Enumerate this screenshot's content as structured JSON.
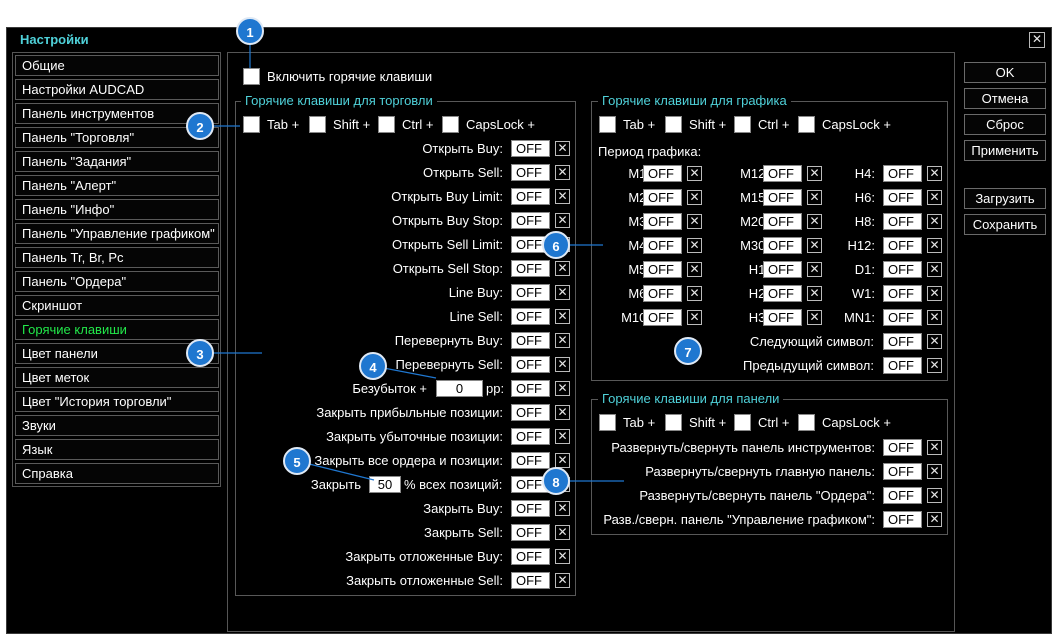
{
  "window": {
    "title": "Настройки",
    "close": "✕"
  },
  "sidebar": {
    "items": [
      {
        "label": "Общие"
      },
      {
        "label": "Настройки AUDCAD"
      },
      {
        "label": "Панель инструментов"
      },
      {
        "label": "Панель \"Торговля\""
      },
      {
        "label": "Панель \"Задания\""
      },
      {
        "label": "Панель \"Алерт\""
      },
      {
        "label": "Панель \"Инфо\""
      },
      {
        "label": "Панель \"Управление графиком\""
      },
      {
        "label": "Панель Tr, Br, Pc"
      },
      {
        "label": "Панель \"Ордера\""
      },
      {
        "label": "Скриншот"
      },
      {
        "label": "Горячие клавиши",
        "active": true
      },
      {
        "label": "Цвет панели"
      },
      {
        "label": "Цвет меток"
      },
      {
        "label": "Цвет \"История торговли\""
      },
      {
        "label": "Звуки"
      },
      {
        "label": "Язык"
      },
      {
        "label": "Справка"
      }
    ]
  },
  "enable_hotkeys": {
    "label": "Включить горячие клавиши",
    "checked": false
  },
  "modifiers": {
    "tab": "Tab +",
    "shift": "Shift +",
    "ctrl": "Ctrl +",
    "caps": "CapsLock +"
  },
  "off": "OFF",
  "x": "✕",
  "trading": {
    "title": "Горячие клавиши для торговли",
    "rows": [
      {
        "label": "Открыть Buy:",
        "value": "OFF"
      },
      {
        "label": "Открыть Sell:",
        "value": "OFF"
      },
      {
        "label": "Открыть Buy Limit:",
        "value": "OFF"
      },
      {
        "label": "Открыть Buy Stop:",
        "value": "OFF"
      },
      {
        "label": "Открыть Sell Limit:",
        "value": "OFF"
      },
      {
        "label": "Открыть Sell Stop:",
        "value": "OFF"
      },
      {
        "label": "Line Buy:",
        "value": "OFF"
      },
      {
        "label": "Line Sell:",
        "value": "OFF"
      },
      {
        "label": "Перевернуть Buy:",
        "value": "OFF"
      },
      {
        "label": "Перевернуть Sell:",
        "value": "OFF"
      },
      {
        "label": "Безубыток +",
        "value": "OFF",
        "input": "0",
        "suffix": "pp:"
      },
      {
        "label": "Закрыть прибыльные позиции:",
        "value": "OFF"
      },
      {
        "label": "Закрыть убыточные позиции:",
        "value": "OFF"
      },
      {
        "label": "Закрыть все ордера и позиции:",
        "value": "OFF"
      },
      {
        "label": "Закрыть",
        "value": "OFF",
        "input": "50",
        "suffix": "% всех позиций:"
      },
      {
        "label": "Закрыть Buy:",
        "value": "OFF"
      },
      {
        "label": "Закрыть Sell:",
        "value": "OFF"
      },
      {
        "label": "Закрыть отложенные Buy:",
        "value": "OFF"
      },
      {
        "label": "Закрыть отложенные Sell:",
        "value": "OFF"
      }
    ]
  },
  "chart": {
    "title": "Горячие клавиши для графика",
    "period_label": "Период графика:",
    "periods": [
      [
        "M1:",
        "M12:",
        "H4:"
      ],
      [
        "M2:",
        "M15:",
        "H6:"
      ],
      [
        "M3:",
        "M20:",
        "H8:"
      ],
      [
        "M4:",
        "M30:",
        "H12:"
      ],
      [
        "M5:",
        "H1:",
        "D1:"
      ],
      [
        "M6:",
        "H2:",
        "W1:"
      ],
      [
        "M10:",
        "H3:",
        "MN1:"
      ]
    ],
    "next_symbol": "Следующий символ:",
    "prev_symbol": "Предыдущий символ:"
  },
  "panel": {
    "title": "Горячие клавиши для панели",
    "rows": [
      {
        "label": "Развернуть/свернуть панель инструментов:",
        "value": "OFF"
      },
      {
        "label": "Развернуть/свернуть главную панель:",
        "value": "OFF"
      },
      {
        "label": "Развернуть/свернуть панель \"Ордера\":",
        "value": "OFF"
      },
      {
        "label": "Разв./сверн. панель \"Управление графиком\":",
        "value": "OFF"
      }
    ]
  },
  "buttons": {
    "ok": "OK",
    "cancel": "Отмена",
    "reset": "Сброс",
    "apply": "Применить",
    "load": "Загрузить",
    "save": "Сохранить"
  },
  "callouts": [
    "1",
    "2",
    "3",
    "4",
    "5",
    "6",
    "7",
    "8"
  ],
  "colors": {
    "accent_title": "#4fd1d9",
    "active_item": "#22e84a",
    "badge": "#1f77d0",
    "background": "#000000"
  }
}
